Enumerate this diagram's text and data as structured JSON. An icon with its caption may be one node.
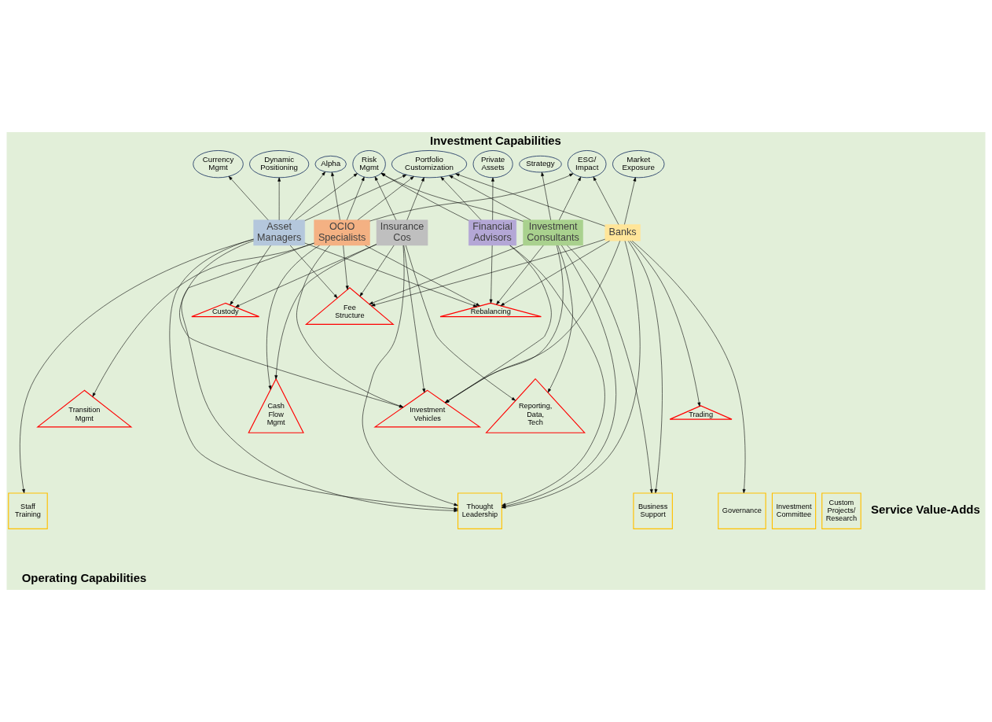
{
  "diagram": {
    "title": "Investment Capabilities",
    "nodes": [
      {
        "text": [
          "Portfolio Customization"
        ]
      },
      {
        "text": [
          "ESG/ Impact"
        ]
      },
      {
        "text": [
          "Currency Mgmt"
        ]
      },
      {
        "text": [
          "Dynamic Positioning"
        ]
      },
      {
        "text": [
          "Market Exposure"
        ]
      },
      {
        "text": [
          "Strategy"
        ]
      },
      {
        "text": [
          "Alpha"
        ]
      },
      {
        "text": [
          "Private Assets"
        ]
      },
      {
        "text": [
          "Risk Mgmt"
        ]
      },
      {
        "text": [
          "Fee Structure"
        ]
      },
      {
        "text": [
          "Custody"
        ]
      },
      {
        "text": [
          "Rebalancing"
        ]
      },
      {
        "text": [
          "Asset Managers"
        ]
      },
      {
        "text": [
          "Financial Advisors"
        ]
      },
      {
        "text": [
          "Banks"
        ]
      },
      {
        "text": [
          "OCIO Specialists"
        ]
      },
      {
        "text": [
          "Investment Consultants"
        ]
      },
      {
        "text": [
          "Insurance Cos"
        ]
      },
      {
        "text": [
          "Governance"
        ]
      },
      {
        "text": [
          "Investment Committee"
        ]
      },
      {
        "text": [
          "Thought Leadership"
        ]
      },
      {
        "text": [
          "Custom Projects/ Research"
        ]
      },
      {
        "text": [
          "Staff Training"
        ]
      },
      {
        "text": [
          "Business Support"
        ]
      },
      {
        "text": [
          "Trading"
        ]
      },
      {
        "text": [
          "Cash Flow Mgmt"
        ]
      },
      {
        "text": [
          "Transition Mgmt"
        ]
      },
      {
        "text": [
          "Investment Vehicles"
        ]
      },
      {
        "text": [
          "Reporting, Data, Tech"
        ]
      }
    ],
    "edges": [
      {
        "from": 12,
        "to": 0,
        "arrow": "to"
      },
      {
        "from": 12,
        "to": 2,
        "arrow": "to"
      },
      {
        "from": 12,
        "to": 3,
        "arrow": "to"
      },
      {
        "from": 12,
        "to": 6,
        "arrow": "to"
      },
      {
        "from": 12,
        "to": 8,
        "arrow": "to"
      },
      {
        "from": 12,
        "to": 9,
        "arrow": "to"
      },
      {
        "from": 12,
        "to": 10,
        "arrow": "to"
      },
      {
        "from": 12,
        "to": 11,
        "arrow": "to"
      },
      {
        "from": 12,
        "to": 20,
        "arrow": "to"
      },
      {
        "from": 12,
        "to": 22,
        "arrow": "to"
      },
      {
        "from": 12,
        "to": 27,
        "arrow": "to"
      },
      {
        "from": 13,
        "to": 0,
        "arrow": "to"
      },
      {
        "from": 13,
        "to": 7,
        "arrow": "to"
      },
      {
        "from": 13,
        "to": 8,
        "arrow": "to"
      },
      {
        "from": 13,
        "to": 11,
        "arrow": "to"
      },
      {
        "from": 13,
        "to": 20,
        "arrow": "to"
      },
      {
        "from": 13,
        "to": 27,
        "arrow": "to"
      },
      {
        "from": 14,
        "to": 0,
        "arrow": "to"
      },
      {
        "from": 14,
        "to": 1,
        "arrow": "to"
      },
      {
        "from": 14,
        "to": 4,
        "arrow": "to"
      },
      {
        "from": 14,
        "to": 9,
        "arrow": "to"
      },
      {
        "from": 14,
        "to": 11,
        "arrow": "to"
      },
      {
        "from": 14,
        "to": 18,
        "arrow": "to"
      },
      {
        "from": 14,
        "to": 20,
        "arrow": "to"
      },
      {
        "from": 14,
        "to": 23,
        "arrow": "to"
      },
      {
        "from": 14,
        "to": 24,
        "arrow": "to"
      },
      {
        "from": 14,
        "to": 27,
        "arrow": "to"
      },
      {
        "from": 15,
        "to": 0,
        "arrow": "to"
      },
      {
        "from": 15,
        "to": 1,
        "arrow": "to"
      },
      {
        "from": 15,
        "to": 6,
        "arrow": "to"
      },
      {
        "from": 15,
        "to": 8,
        "arrow": "to"
      },
      {
        "from": 15,
        "to": 9,
        "arrow": "to"
      },
      {
        "from": 15,
        "to": 11,
        "arrow": "to"
      },
      {
        "from": 15,
        "to": 20,
        "arrow": "to"
      },
      {
        "from": 15,
        "to": 25,
        "arrow": "to"
      },
      {
        "from": 15,
        "to": 26,
        "arrow": "to"
      },
      {
        "from": 15,
        "to": 27,
        "arrow": "to"
      },
      {
        "from": 16,
        "to": 0,
        "arrow": "to"
      },
      {
        "from": 16,
        "to": 1,
        "arrow": "to"
      },
      {
        "from": 16,
        "to": 5,
        "arrow": "to"
      },
      {
        "from": 16,
        "to": 8,
        "arrow": "to"
      },
      {
        "from": 16,
        "to": 9,
        "arrow": "to"
      },
      {
        "from": 16,
        "to": 11,
        "arrow": "to"
      },
      {
        "from": 16,
        "to": 20,
        "arrow": "to"
      },
      {
        "from": 16,
        "to": 23,
        "arrow": "to"
      },
      {
        "from": 16,
        "to": 27,
        "arrow": "to"
      },
      {
        "from": 16,
        "to": 28,
        "arrow": "to"
      },
      {
        "from": 17,
        "to": 0,
        "arrow": "to"
      },
      {
        "from": 17,
        "to": 8,
        "arrow": "to"
      },
      {
        "from": 17,
        "to": 9,
        "arrow": "to"
      },
      {
        "from": 17,
        "to": 10,
        "arrow": "to"
      },
      {
        "from": 17,
        "to": 20,
        "arrow": "to"
      },
      {
        "from": 17,
        "to": 25,
        "arrow": "to"
      },
      {
        "from": 17,
        "to": 27,
        "arrow": "to"
      },
      {
        "from": 17,
        "to": 28,
        "arrow": "to"
      }
    ],
    "labels": [
      "Service Value-Adds",
      "Operating Capabilities"
    ]
  }
}
